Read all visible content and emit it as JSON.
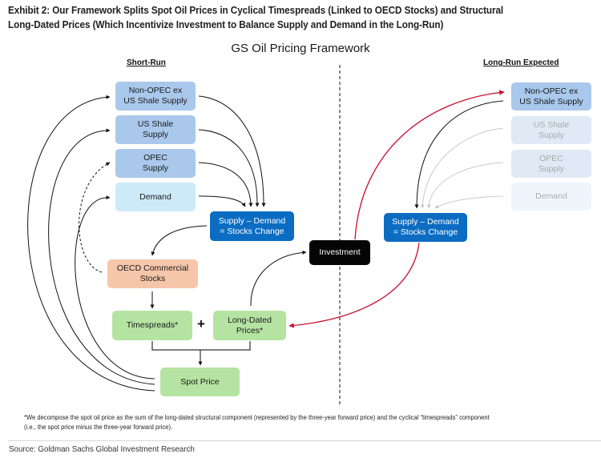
{
  "exhibit_title": {
    "line1": "Exhibit 2: Our Framework Splits Spot Oil Prices in Cyclical Timespreads (Linked to OECD Stocks) and Structural",
    "line2": "Long-Dated Prices (Which Incentivize Investment to Balance Supply and Demand in the Long-Run)"
  },
  "framework_title": "GS Oil Pricing Framework",
  "short_run": {
    "heading": "Short-Run",
    "boxes": {
      "non_opec": "Non-OPEC ex\nUS Shale Supply",
      "us_shale": "US Shale\nSupply",
      "opec": "OPEC\nSupply",
      "demand": "Demand",
      "supply_demand": "Supply – Demand\n= Stocks Change",
      "oecd_stocks": "OECD Commercial\nStocks",
      "timespreads": "Timespreads*",
      "long_dated": "Long-Dated\nPrices*",
      "spot_price": "Spot Price"
    },
    "plus_sign": "+"
  },
  "investment": "Investment",
  "long_run": {
    "heading": "Long-Run Expected",
    "boxes": {
      "non_opec": "Non-OPEC ex\nUS Shale Supply",
      "us_shale": "US Shale\nSupply",
      "opec": "OPEC\nSupply",
      "demand": "Demand",
      "supply_demand": "Supply – Demand\n= Stocks Change"
    }
  },
  "colors": {
    "supply_box": "#a9c8ec",
    "demand_box": "#cdeaf9",
    "stocks_change_box": "#0b6cc2",
    "oecd_box": "#f6c6aa",
    "price_box": "#b5e4a2",
    "investment_box": "#050505",
    "red_arrow": "#c8102e"
  },
  "footnote": {
    "line1": "*We decompose the spot oil price as the sum of the long-dated structural component (represented by the three-year forward price) and the cyclical “timespreads” component",
    "line2": "(i.e., the spot price minus the three-year forward price)."
  },
  "source": "Source: Goldman Sachs Global Investment Research"
}
